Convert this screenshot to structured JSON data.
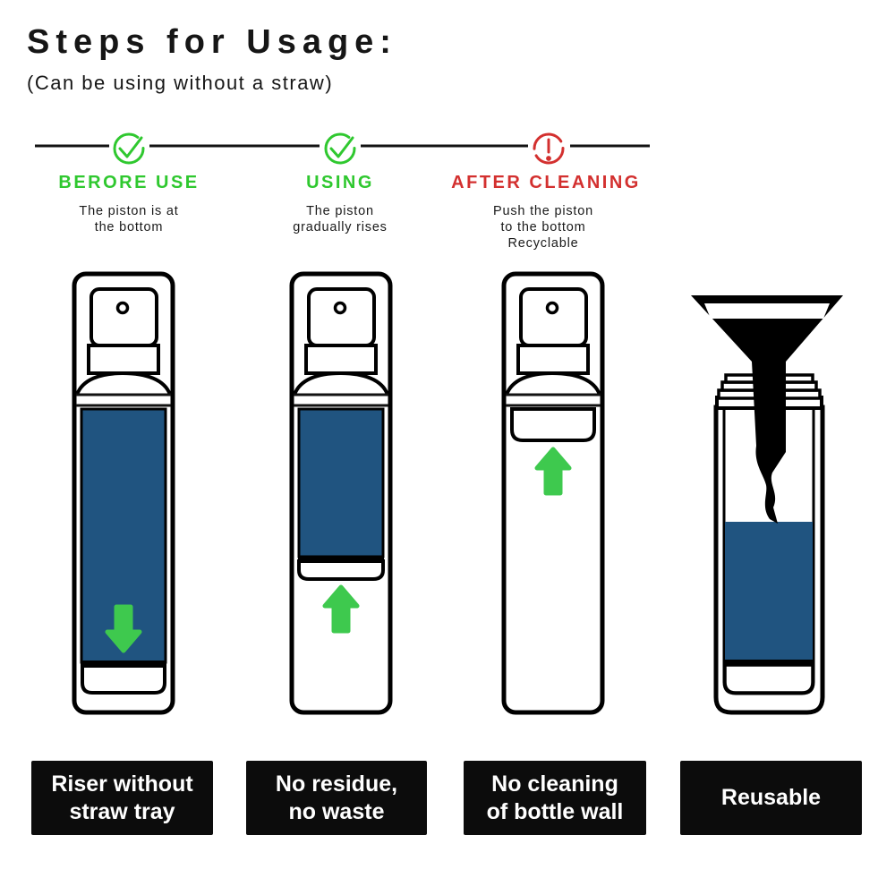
{
  "title": "Steps for Usage:",
  "subtitle": "(Can be using without a straw)",
  "colors": {
    "accent_green": "#2fc82f",
    "accent_red": "#d3302f",
    "liquid_blue": "#205480",
    "arrow_green": "#3ec94e",
    "caption_bg": "#0c0c0c",
    "caption_text": "#ffffff"
  },
  "steps": [
    {
      "label": "BERORE USE",
      "icon": "check-circle-icon",
      "description": "The piston is at\nthe bottom"
    },
    {
      "label": "USING",
      "icon": "check-circle-icon",
      "description": "The piston\ngradually rises"
    },
    {
      "label": "AFTER CLEANING",
      "icon": "exclamation-circle-icon",
      "description": "Push the piston\nto the bottom\nRecyclable"
    }
  ],
  "bottles": [
    {
      "state": "piston-at-bottom-full",
      "arrow": "down",
      "caption": "Riser without\nstraw tray"
    },
    {
      "state": "piston-rising-half",
      "arrow": "up",
      "caption": "No residue,\nno waste"
    },
    {
      "state": "piston-at-top-empty",
      "arrow": "up",
      "caption": "No cleaning\nof bottle wall"
    },
    {
      "state": "refill-with-funnel",
      "arrow": "none",
      "caption": "Reusable"
    }
  ]
}
